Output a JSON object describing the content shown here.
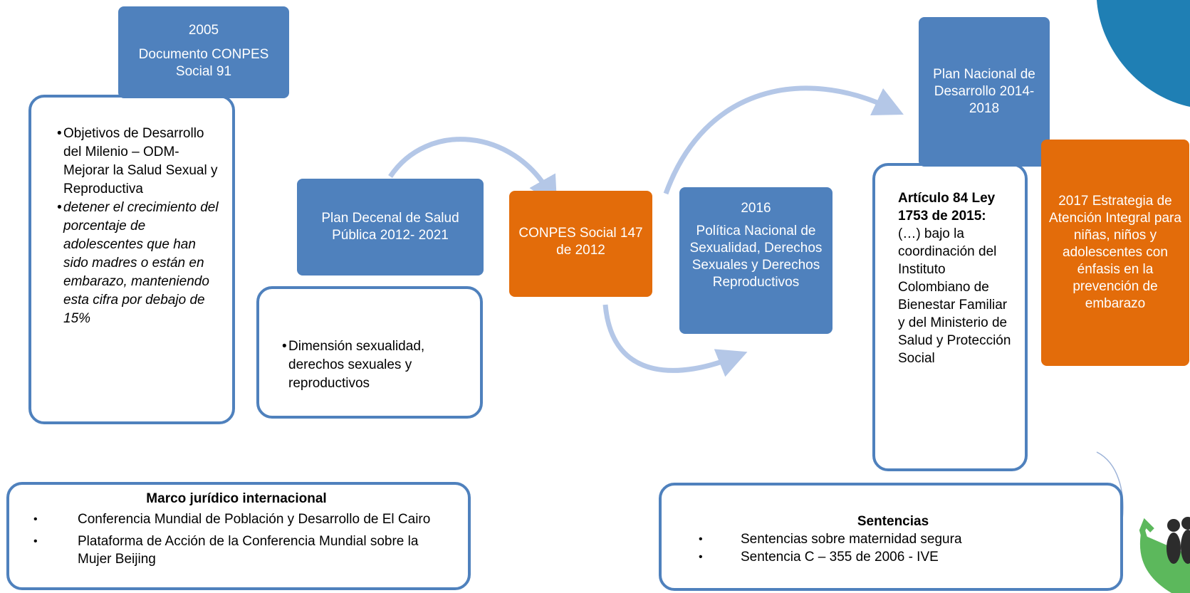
{
  "box_2005": {
    "year": "2005",
    "title": "Documento CONPES Social 91"
  },
  "box_2005_detail": {
    "bullet_1": "Objetivos de Desarrollo del Milenio – ODM- Mejorar la Salud Sexual y Reproductiva",
    "bullet_2": "detener el crecimiento del porcentaje de adolescentes que han sido madres o están en embarazo, manteniendo esta cifra por debajo de 15%"
  },
  "plan_decenal": {
    "title": "Plan Decenal de Salud Pública 2012- 2021"
  },
  "plan_decenal_detail": {
    "bullet_1": "Dimensión sexualidad, derechos sexuales y reproductivos"
  },
  "conpes_147": {
    "title": "CONPES Social 147 de 2012"
  },
  "politica_2016": {
    "year": "2016",
    "title": "Política Nacional de Sexualidad, Derechos Sexuales y Derechos Reproductivos"
  },
  "plan_nacional": {
    "title": "Plan Nacional de Desarrollo 2014-2018"
  },
  "articulo_84": {
    "bold": "Artículo 84 Ley 1753 de 2015:",
    "text": " (…) bajo la coordinación del Instituto Colombiano de Bienestar Familiar y del Ministerio de Salud y Protección Social"
  },
  "estrategia_2017": {
    "title": "2017 Estrategia de Atención Integral para niñas, niños y adolescentes con énfasis en la prevención de embarazo"
  },
  "marco_internacional": {
    "title": "Marco jurídico internacional",
    "items": [
      "Conferencia Mundial de Población y Desarrollo de El Cairo",
      "Plataforma de Acción de la Conferencia Mundial sobre la Mujer Beijing"
    ]
  },
  "sentencias": {
    "title": "Sentencias",
    "items": [
      "Sentencias sobre maternidad segura",
      "Sentencia C – 355 de 2006 - IVE"
    ]
  },
  "bullet_symbol": "•",
  "colors": {
    "blue": "#4f81bd",
    "orange": "#e36c0a",
    "arrow": "#b4c7e7",
    "corner_teal": "#1f7fb4",
    "logo_green": "#5cb85c"
  }
}
